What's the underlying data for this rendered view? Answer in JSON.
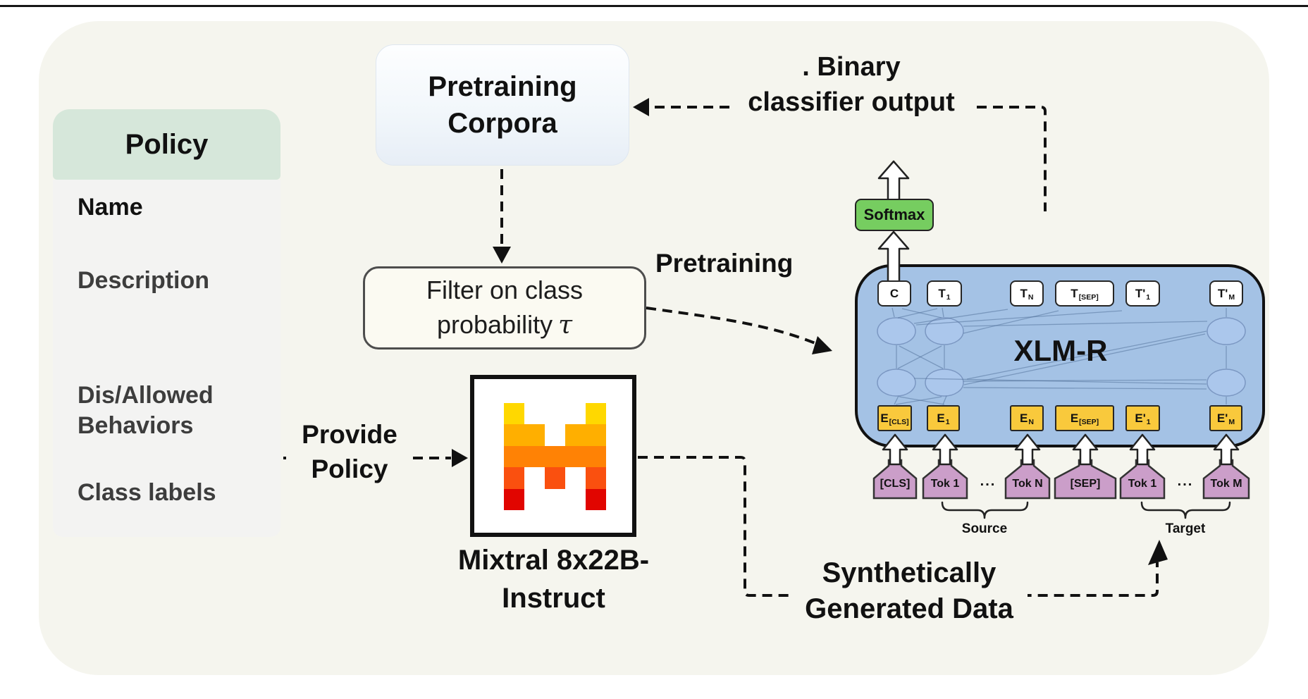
{
  "colors": {
    "beige": "#f5f5ee",
    "panel_gray": "#f3f3f2",
    "policy_green": "#d6e7da",
    "filter_bg": "#fbfaf2",
    "xlmr_blue": "#a4c2e5",
    "softmax_green": "#76cd60",
    "embed_yellow": "#f9c93c",
    "token_pink": "#cb9ec9"
  },
  "policy": {
    "title": "Policy",
    "items": [
      "Name",
      "Description",
      "Dis/Allowed\nBehaviors",
      "Class labels"
    ]
  },
  "corpora": {
    "label": "Pretraining\nCorpora"
  },
  "filter": {
    "line1": "Filter on class",
    "line2": "probability",
    "tau": "τ"
  },
  "labels": {
    "binary": ". Binary\nclassifier output",
    "pretraining": "Pretraining",
    "provide_policy": "Provide\nPolicy",
    "mixtral": "Mixtral 8x22B-\nInstruct",
    "synthetic": "Synthetically\nGenerated Data"
  },
  "mixtral": {
    "logo_grid": [
      [
        "#ffd800",
        null,
        null,
        null,
        "#ffd800"
      ],
      [
        "#ffaf00",
        "#ffaf00",
        null,
        "#ffaf00",
        "#ffaf00"
      ],
      [
        "#ff8205",
        "#ff8205",
        "#ff8205",
        "#ff8205",
        "#ff8205"
      ],
      [
        "#fa500f",
        null,
        "#fa500f",
        null,
        "#fa500f"
      ],
      [
        "#e10500",
        null,
        null,
        null,
        "#e10500"
      ]
    ]
  },
  "xlm": {
    "title": "XLM-R",
    "softmax": "Softmax",
    "t_tokens": [
      {
        "base": "C",
        "sub": ""
      },
      {
        "base": "T",
        "sub": "1"
      },
      {
        "base": "T",
        "sub": "N"
      },
      {
        "base": "T",
        "sub": "[SEP]"
      },
      {
        "base": "T'",
        "sub": "1"
      },
      {
        "base": "T'",
        "sub": "M"
      }
    ],
    "e_tokens": [
      {
        "base": "E",
        "sub": "[CLS]"
      },
      {
        "base": "E",
        "sub": "1"
      },
      {
        "base": "E",
        "sub": "N"
      },
      {
        "base": "E",
        "sub": "[SEP]"
      },
      {
        "base": "E'",
        "sub": "1"
      },
      {
        "base": "E'",
        "sub": "M"
      }
    ],
    "input_tokens": [
      "[CLS]",
      "Tok 1",
      "Tok N",
      "[SEP]",
      "Tok 1",
      "Tok M"
    ],
    "ellipsis": "...",
    "source_label": "Source",
    "target_label": "Target"
  }
}
